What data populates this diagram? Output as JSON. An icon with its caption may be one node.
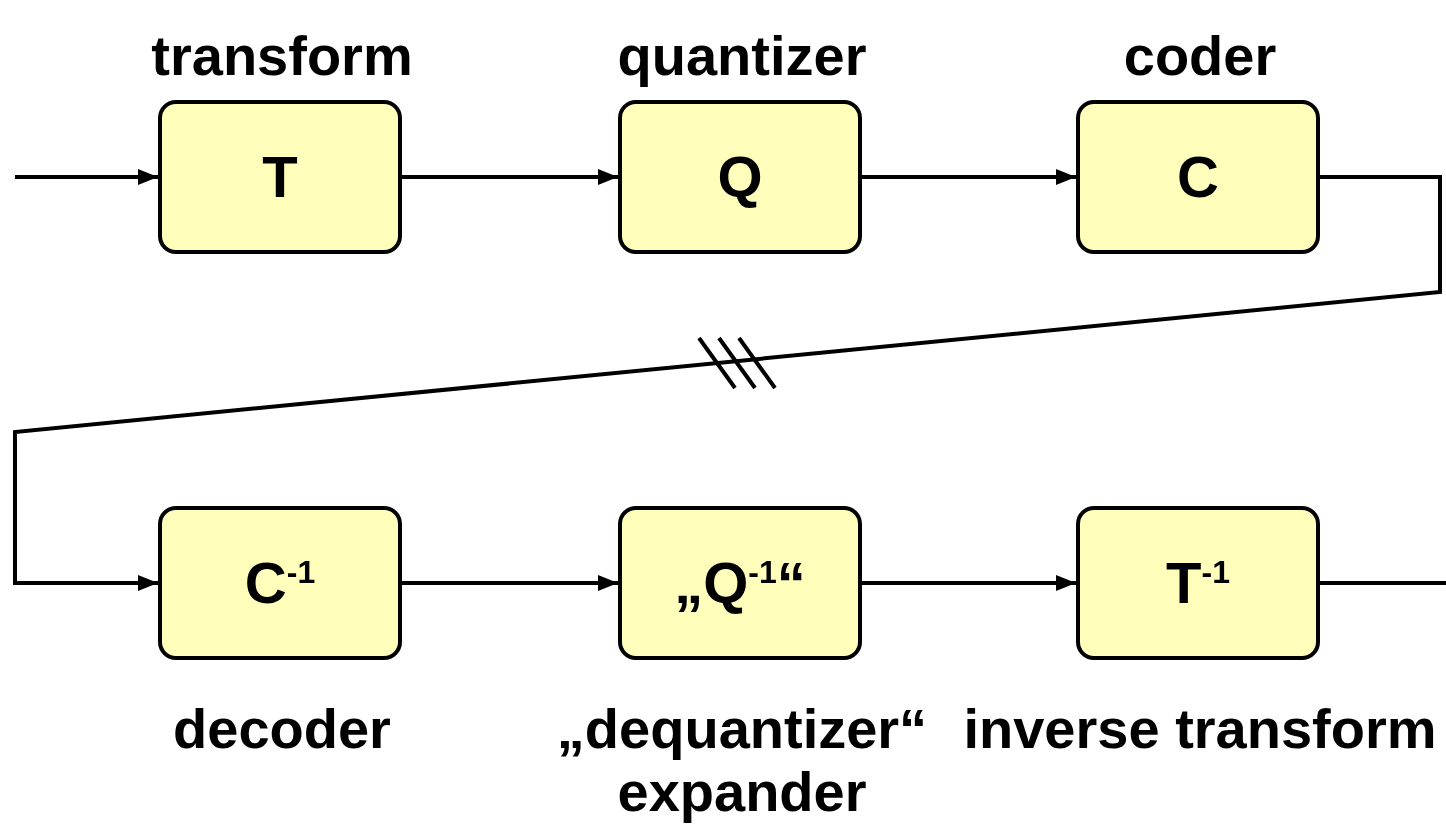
{
  "diagram": {
    "nodes": [
      {
        "text": [
          "T"
        ],
        "beside": [
          "transform"
        ]
      },
      {
        "text": [
          "Q"
        ],
        "beside": [
          "quantizer"
        ]
      },
      {
        "text": [
          "C"
        ],
        "beside": [
          "coder"
        ]
      },
      {
        "text": [
          "C$^{-1}$"
        ],
        "beside": [
          "decoder"
        ]
      },
      {
        "text": [
          "„Q$^{-1}$“"
        ],
        "beside": [
          "„dequantizer“ expander"
        ]
      },
      {
        "text": [
          "T$^{-1}$"
        ],
        "beside": [
          "inverse transform"
        ]
      }
    ],
    "edges": [
      {
        "from": null,
        "to": 0,
        "arrow": "to"
      },
      {
        "from": 0,
        "to": 1,
        "arrow": "to"
      },
      {
        "from": 1,
        "to": 2,
        "arrow": "to"
      },
      {
        "from": 2,
        "to": 3,
        "arrow": "to"
      },
      {
        "from": 3,
        "to": 4,
        "arrow": "to"
      },
      {
        "from": 4,
        "to": 5,
        "arrow": "to"
      },
      {
        "from": 5,
        "to": null,
        "arrow": "none"
      }
    ]
  }
}
